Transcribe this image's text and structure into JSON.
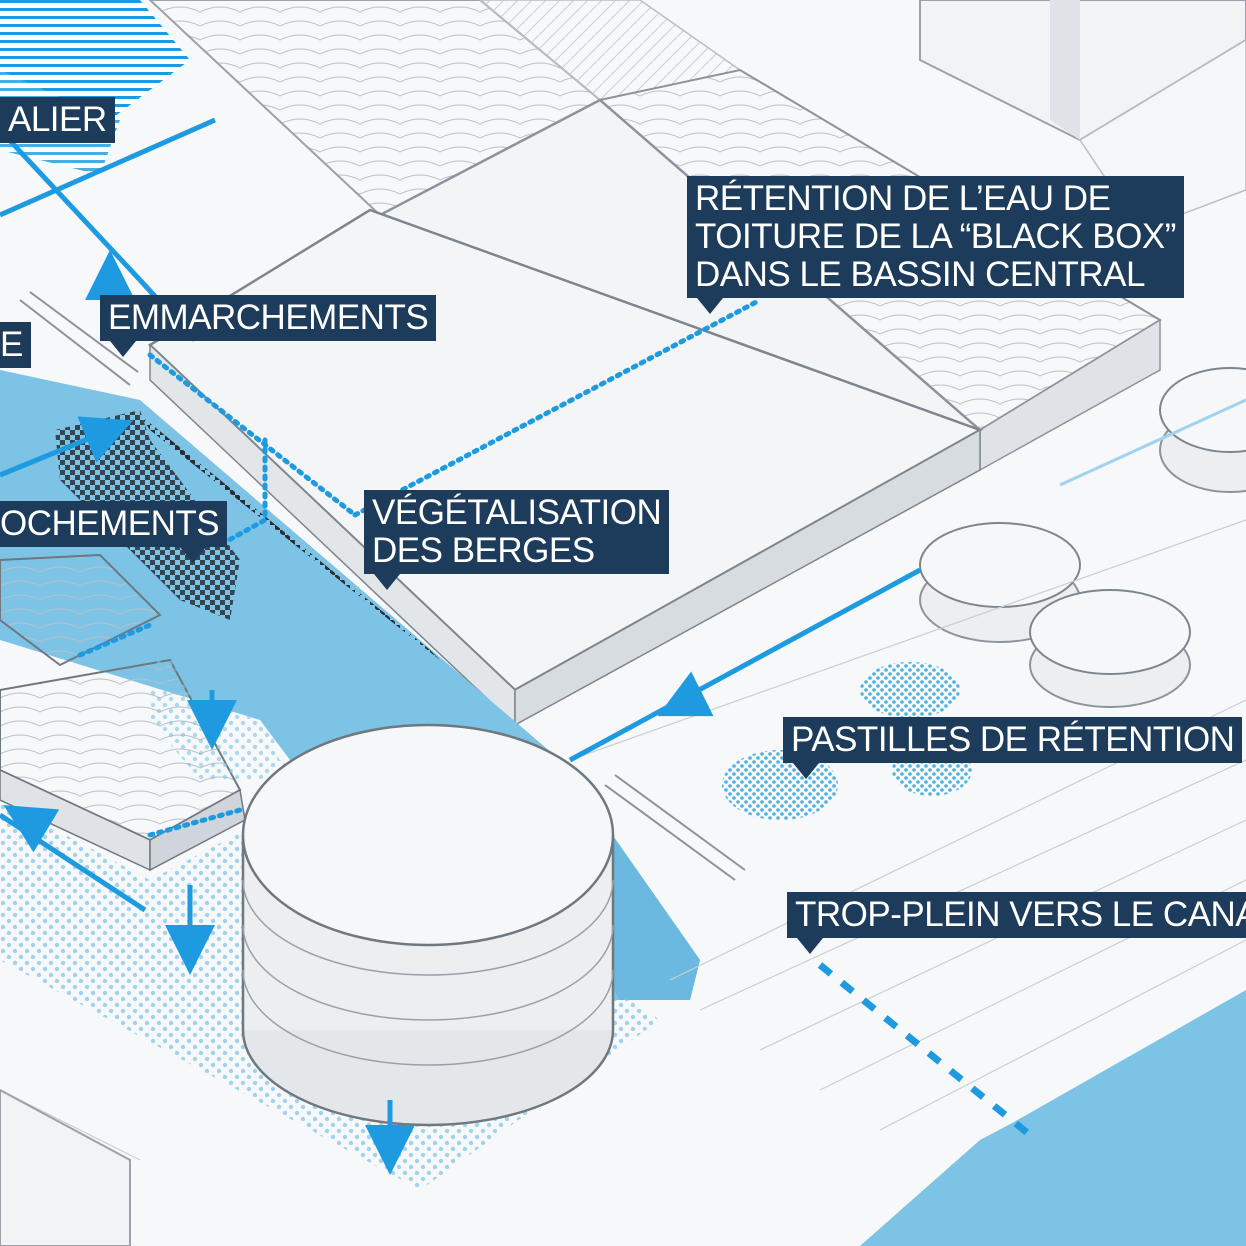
{
  "labels": {
    "escalier": "ALIER",
    "rive": "E",
    "emmarchements": "EMMARCHEMENTS",
    "rapprochements": "OCHEMENTS",
    "retention": [
      "RÉTENTION DE L’EAU DE",
      "TOITURE DE LA “BLACK BOX”",
      "DANS LE BASSIN CENTRAL"
    ],
    "vegetalisation": [
      "VÉGÉTALISATION",
      "DES BERGES"
    ],
    "pastilles": "PASTILLES DE RÉTENTION",
    "tropplein": "TROP-PLEIN VERS LE CANA"
  },
  "colors": {
    "label_bg": "#1d3b5a",
    "water": "#7cc3e6",
    "flow_line": "#1e9ae0",
    "building_fill": "#f3f4f5",
    "building_shade": "#dfe3e7",
    "outline": "#8c939b"
  }
}
